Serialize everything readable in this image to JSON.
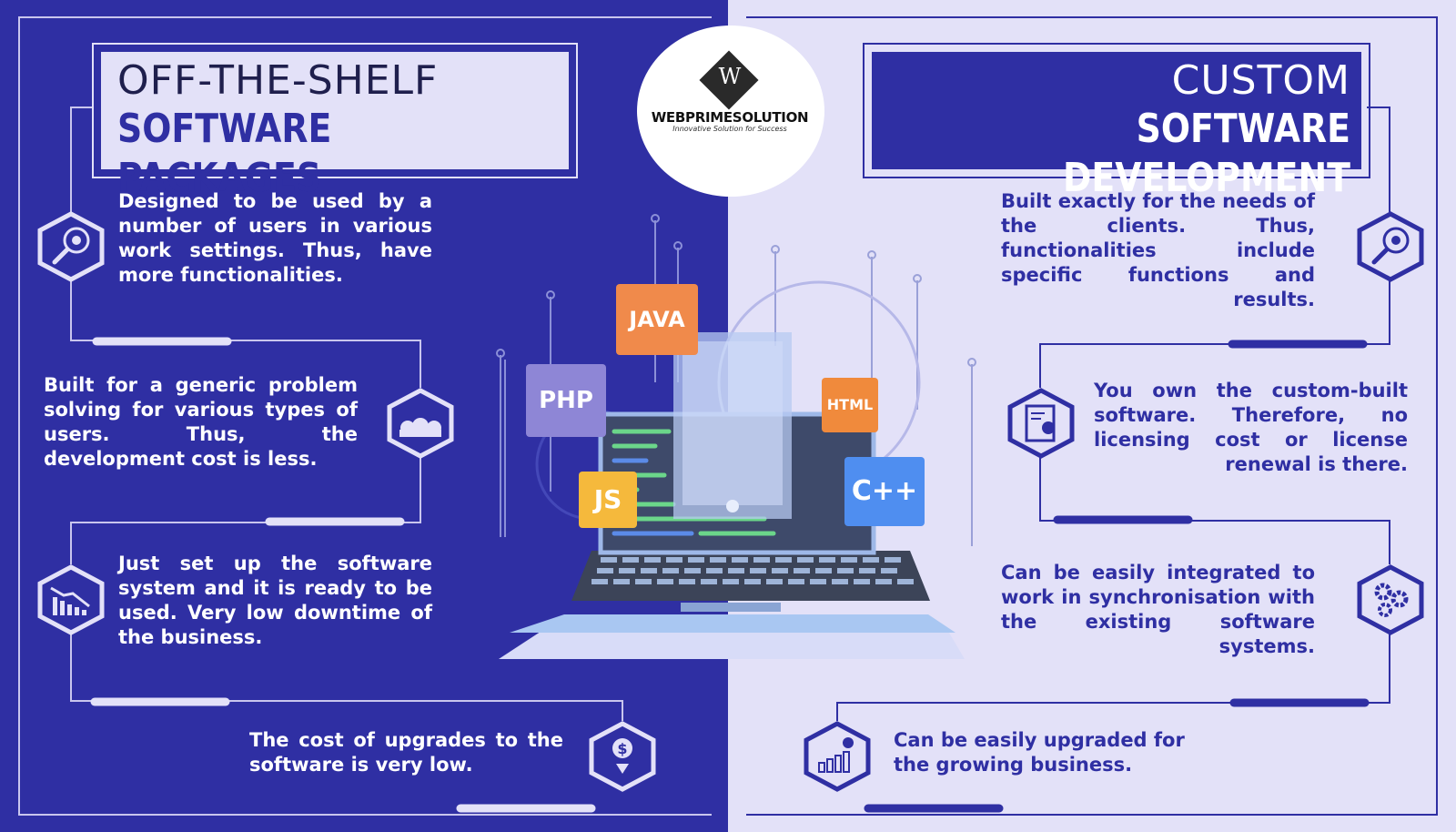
{
  "logo": {
    "letter": "W",
    "name": "WEBPRIMESOLUTION",
    "tagline": "Innovative Solution for Success"
  },
  "left": {
    "title_line1": "OFF-THE-SHELF",
    "title_line2": "SOFTWARE PACKAGES",
    "points": [
      {
        "text": "Designed to be used by a number of users in various work settings. Thus, have more functionalities.",
        "icon": "magnifier-gear-icon"
      },
      {
        "text": "Built for a generic problem solving for various types of users. Thus, the development cost is less.",
        "icon": "money-bags-icon"
      },
      {
        "text": "Just set up the software system and it is ready to be used. Very low downtime of the business.",
        "icon": "declining-chart-icon"
      },
      {
        "text": "The cost of upgrades to the software is very low.",
        "icon": "dollar-down-icon"
      }
    ]
  },
  "right": {
    "title_line1": "CUSTOM",
    "title_line2": "SOFTWARE DEVELOPMENT",
    "points": [
      {
        "text": "Built exactly for the needs of the clients. Thus, functionalities include specific functions and results.",
        "icon": "magnifier-gear-icon"
      },
      {
        "text": "You own the custom-built software. Therefore, no licensing cost or license renewal is there.",
        "icon": "certificate-icon"
      },
      {
        "text": "Can be easily integrated to work in synchronisation with the existing software systems.",
        "icon": "gears-icon"
      },
      {
        "text": "Can be easily upgraded for the growing business.",
        "icon": "growth-chart-icon"
      }
    ]
  },
  "illustration": {
    "labels": [
      "JAVA",
      "PHP",
      "HTML",
      "JS",
      "C++"
    ],
    "colors": {
      "java": "#f08a4b",
      "php": "#8e86d6",
      "html": "#f08a3c",
      "js": "#f5b93c",
      "cpp": "#4f8ef0"
    }
  },
  "colors": {
    "dark": "#2f2fa3",
    "light": "#e3e1f8",
    "text_dark": "#1f1f4d"
  }
}
